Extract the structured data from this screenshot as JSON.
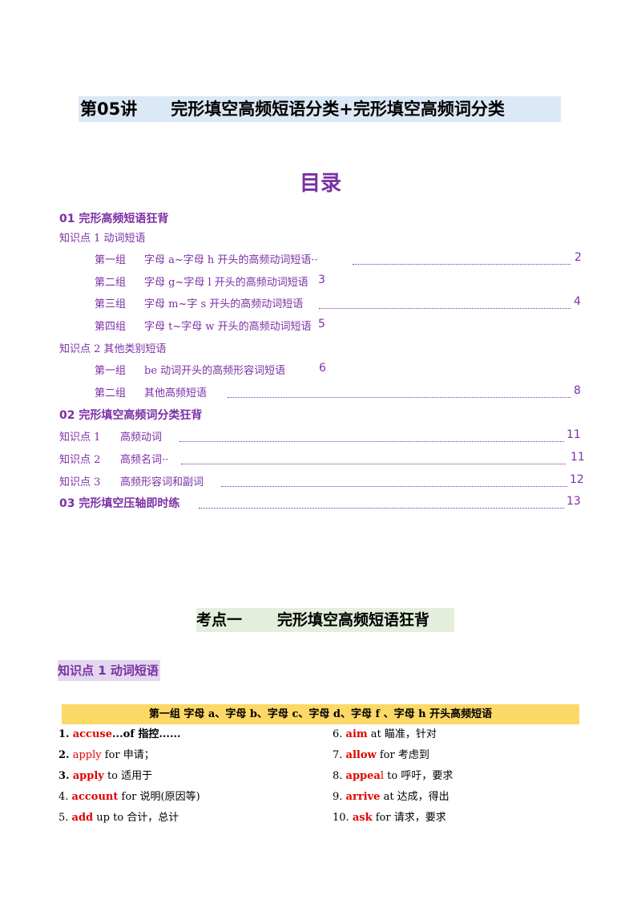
{
  "header": {
    "lecture": "第05讲",
    "subtitle": "完形填空高频短语分类+完形填空高频词分类"
  },
  "toc": {
    "title": "目录",
    "section1": "01 完形高频短语狂背",
    "kp1": "知识点 1   动词短语",
    "g1_label": "第一组",
    "g1_text": "字母 a~字母 h 开头的高频动词短语··",
    "g1_page": "2",
    "g2_label": "第二组",
    "g2_text": "字母 g~字母 l 开头的高频动词短语",
    "g2_page": "3",
    "g3_label": "第三组",
    "g3_text": "字母 m~字 s 开头的高频动词短语",
    "g3_page": "4",
    "g4_label": "第四组",
    "g4_text": "字母 t~字母 w 开头的高频动词短语",
    "g4_page": "5",
    "kp2": "知识点 2   其他类别短语",
    "g5_label": "第一组",
    "g5_text": "be 动词开头的高频形容词短语",
    "g5_page": "6",
    "g6_label": "第二组",
    "g6_text": "其他高频短语",
    "g6_page": "8",
    "section2": "02 完形填空高频词分类狂背",
    "kp3_label": "知识点 1",
    "kp3_text": "高频动词",
    "kp3_page": "11",
    "kp4_label": "知识点 2",
    "kp4_text": "高频名词··",
    "kp4_page": "11",
    "kp5_label": "知识点 3",
    "kp5_text": "高频形容词和副词",
    "kp5_page": "12",
    "section3": "03 完形填空压轴即时练",
    "section3_page": "13"
  },
  "body": {
    "section_heading_a": "考点一",
    "section_heading_b": "完形填空高频短语狂背",
    "kp_heading": "知识点 1  动词短语",
    "group_bar": "第一组    字母 a、字母 b、字母 c、字母 d、字母 f 、字母 h 开头高频短语"
  },
  "items": [
    {
      "num": "1.",
      "word_red": "accuse",
      "rest": "...of 指控......"
    },
    {
      "num": "2.",
      "word_red": "app",
      "word_black": "ly",
      "rest": " for 申请；"
    },
    {
      "num": "3.",
      "word_red": "apply",
      "rest": " to 适用于"
    },
    {
      "num": "4.",
      "word_red": "account",
      "rest": " for  说明(原因等)"
    },
    {
      "num": "5.",
      "word_red": "add",
      "rest": " up to  合计，总计"
    },
    {
      "num": "6.",
      "word_red": "aim",
      "rest": " at  瞄准，针对"
    },
    {
      "num": "7.",
      "word_red": "allow",
      "rest": "  for  考虑到"
    },
    {
      "num": "8.",
      "word_red": "appea",
      "word_black": "l",
      "rest": "  to  呼吁，要求"
    },
    {
      "num": "9.",
      "word_red": "arrive",
      "rest": " at  达成，得出"
    },
    {
      "num": "10.",
      "word_red": "ask",
      "rest": "  for  请求，要求"
    }
  ]
}
